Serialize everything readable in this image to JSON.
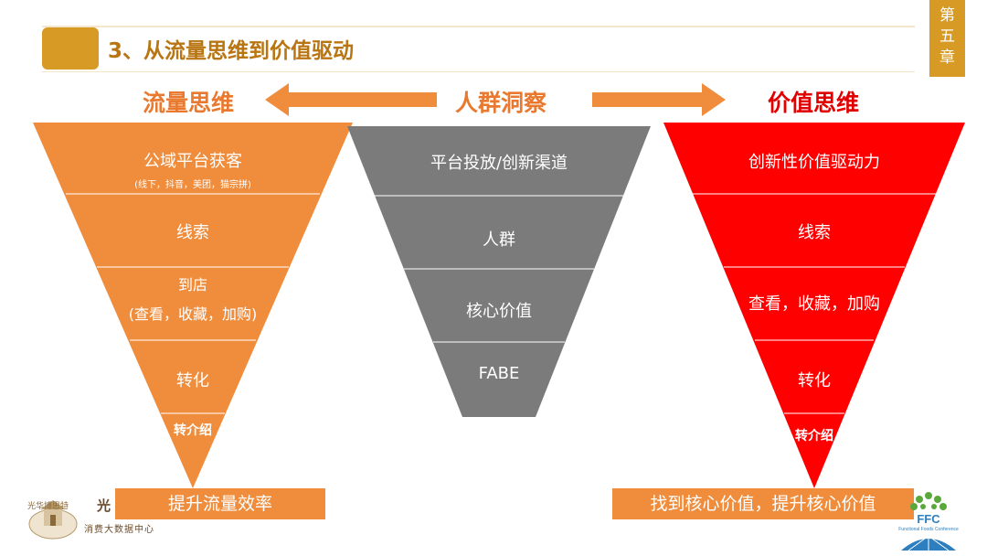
{
  "header": {
    "title": "3、从流量思维到价值驱动",
    "chapter": [
      "第",
      "五",
      "章"
    ]
  },
  "headings": {
    "left": "流量思维",
    "center": "人群洞察",
    "right": "价值思维"
  },
  "funnels": {
    "left": {
      "color": "#ef8d3c",
      "levels": [
        "公域平台获客",
        "(线下，抖音，美团，猫宗拼)",
        "线索",
        "到店",
        "(查看，收藏，加购)",
        "转化",
        "转介绍"
      ],
      "bottom": "提升流量效率"
    },
    "center": {
      "color": "#7b7b7b",
      "levels": [
        "平台投放/创新渠道",
        "人群",
        "核心价值",
        "FABE"
      ]
    },
    "right": {
      "color": "#ff0000",
      "levels": [
        "创新性价值驱动力",
        "线索",
        "查看，收藏，加购",
        "转化",
        "转介绍"
      ],
      "bottom": "找到核心价值，提升核心价值"
    }
  },
  "logos": {
    "left_name": "光华博思特",
    "left_short": "光",
    "left_sub": "消费大数据中心",
    "right_name": "FFC",
    "right_sub": "Functional Foods Conference"
  },
  "colors": {
    "accent_gold": "#d79a24",
    "orange": "#ef8d3c",
    "red": "#ff0000",
    "gray": "#7b7b7b"
  }
}
